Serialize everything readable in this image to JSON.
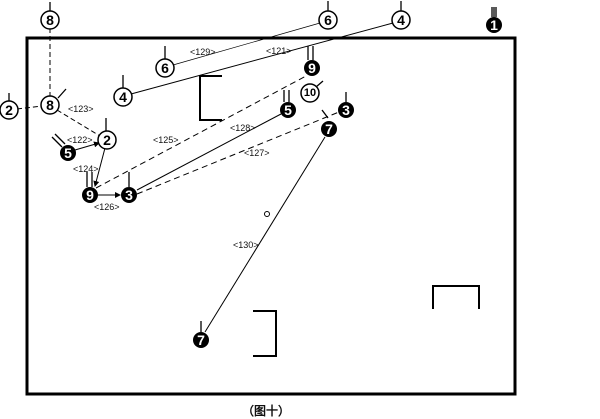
{
  "caption": "（图十）",
  "players": {
    "black": {
      "p1": "1",
      "p9a": "9",
      "p5a": "5",
      "p3a": "3",
      "p7a": "7",
      "p5b": "5",
      "p9b": "9",
      "p3b": "3",
      "p7b": "7"
    },
    "white": {
      "p8a": "8",
      "p8b": "8",
      "p2a": "2",
      "p2b": "2",
      "p4a": "4",
      "p6a": "6",
      "p6b": "6",
      "p4b": "4",
      "p10": "10"
    }
  },
  "labels": {
    "l121": "<121>",
    "l122": "<122>",
    "l123": "<123>",
    "l124": "<124>",
    "l125": "<125>",
    "l126": "<126>",
    "l127": "<127>",
    "l128": "<128>",
    "l129": "<129>",
    "l130": "<130>"
  }
}
